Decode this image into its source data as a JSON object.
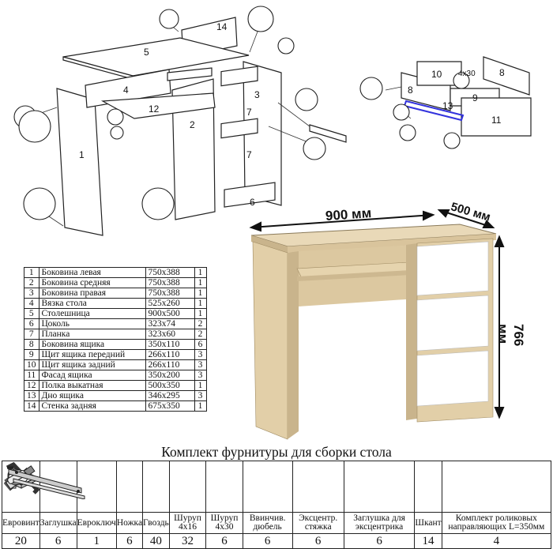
{
  "drawing": {
    "labels": [
      "1",
      "2",
      "3",
      "4",
      "5",
      "6",
      "7",
      "7",
      "12",
      "14"
    ],
    "drawer_labels": [
      "8",
      "8",
      "9",
      "10",
      "11",
      "13"
    ],
    "annot": "4x30"
  },
  "dimensions": {
    "width": "900 мм",
    "depth": "500 мм",
    "height": "766 мм"
  },
  "parts": [
    {
      "n": "1",
      "name": "Боковина левая",
      "dim": "750x388",
      "qty": "1"
    },
    {
      "n": "2",
      "name": "Боковина средняя",
      "dim": "750x388",
      "qty": "1"
    },
    {
      "n": "3",
      "name": "Боковина правая",
      "dim": "750x388",
      "qty": "1"
    },
    {
      "n": "4",
      "name": "Вязка стола",
      "dim": "525x260",
      "qty": "1"
    },
    {
      "n": "5",
      "name": "Столешница",
      "dim": "900x500",
      "qty": "1"
    },
    {
      "n": "6",
      "name": "Цоколь",
      "dim": "323x74",
      "qty": "2"
    },
    {
      "n": "7",
      "name": "Планка",
      "dim": "323x60",
      "qty": "2"
    },
    {
      "n": "8",
      "name": "Боковина ящика",
      "dim": "350x110",
      "qty": "6"
    },
    {
      "n": "9",
      "name": "Щит ящика передний",
      "dim": "266x110",
      "qty": "3"
    },
    {
      "n": "10",
      "name": "Щит ящика задний",
      "dim": "266x110",
      "qty": "3"
    },
    {
      "n": "11",
      "name": "Фасад ящика",
      "dim": "350x200",
      "qty": "3"
    },
    {
      "n": "12",
      "name": "Полка выкатная",
      "dim": "500x350",
      "qty": "1"
    },
    {
      "n": "13",
      "name": "Дно ящика",
      "dim": "346x295",
      "qty": "3"
    },
    {
      "n": "14",
      "name": "Стенка задняя",
      "dim": "675x350",
      "qty": "1"
    }
  ],
  "kit": {
    "title": "Комплект фурнитуры для сборки стола",
    "items": [
      {
        "label": "Евровинт",
        "count": "20",
        "icon": "euro-screw-icon"
      },
      {
        "label": "Заглушка",
        "count": "6",
        "icon": "cap-icon"
      },
      {
        "label": "Евроключ",
        "count": "1",
        "icon": "hex-key-icon"
      },
      {
        "label": "Ножка",
        "count": "6",
        "icon": "foot-icon"
      },
      {
        "label": "Гвоздь",
        "count": "40",
        "icon": "nail-icon"
      },
      {
        "label": "Шуруп 4x16",
        "count": "32",
        "icon": "screw-short-icon"
      },
      {
        "label": "Шуруп 4x30",
        "count": "6",
        "icon": "screw-long-icon"
      },
      {
        "label": "Ввинчив. дюбель",
        "count": "6",
        "icon": "dowel-icon"
      },
      {
        "label": "Эксцентр. стяжка",
        "count": "6",
        "icon": "cam-lock-icon"
      },
      {
        "label": "Заглушка для эксцентрика",
        "count": "6",
        "icon": "cam-cap-icon"
      },
      {
        "label": "Шкант",
        "count": "14",
        "icon": "wood-dowel-icon"
      },
      {
        "label": "Комплект роликовых направляющих L=350мм",
        "count": "4",
        "icon": "rail-icon"
      }
    ]
  }
}
